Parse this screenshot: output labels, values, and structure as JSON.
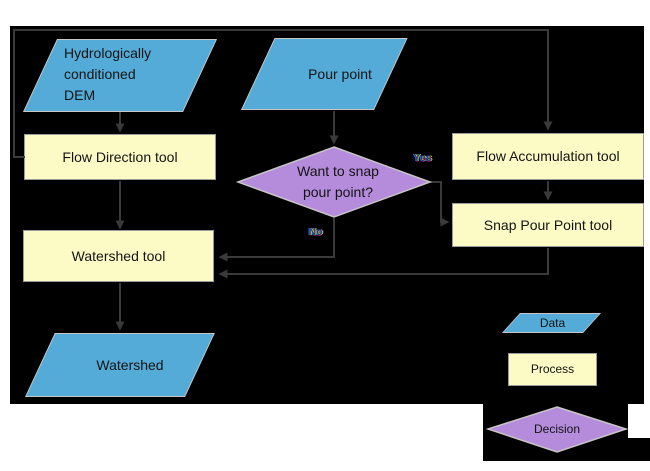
{
  "nodes": {
    "dem": {
      "line1": "Hydrologically",
      "line2": "conditioned",
      "line3": "DEM"
    },
    "pour_point": {
      "label": "Pour point"
    },
    "flow_direction": {
      "label": "Flow Direction tool"
    },
    "decision": {
      "line1": "Want to snap",
      "line2": "pour point?"
    },
    "flow_accumulation": {
      "label": "Flow Accumulation tool"
    },
    "snap_pour_point": {
      "label": "Snap Pour Point tool"
    },
    "watershed_tool": {
      "label": "Watershed tool"
    },
    "watershed": {
      "label": "Watershed"
    }
  },
  "edge_labels": {
    "yes": "Yes",
    "no": "No"
  },
  "legend": {
    "data": "Data",
    "process": "Process",
    "decision": "Decision"
  },
  "colors": {
    "page": "#FFFFFF",
    "canvas": "#000000",
    "data_fill": "#55ABD7",
    "process_fill": "#FCFAC5",
    "decision_fill": "#B58BDC",
    "connector": "#3A3A3A"
  }
}
